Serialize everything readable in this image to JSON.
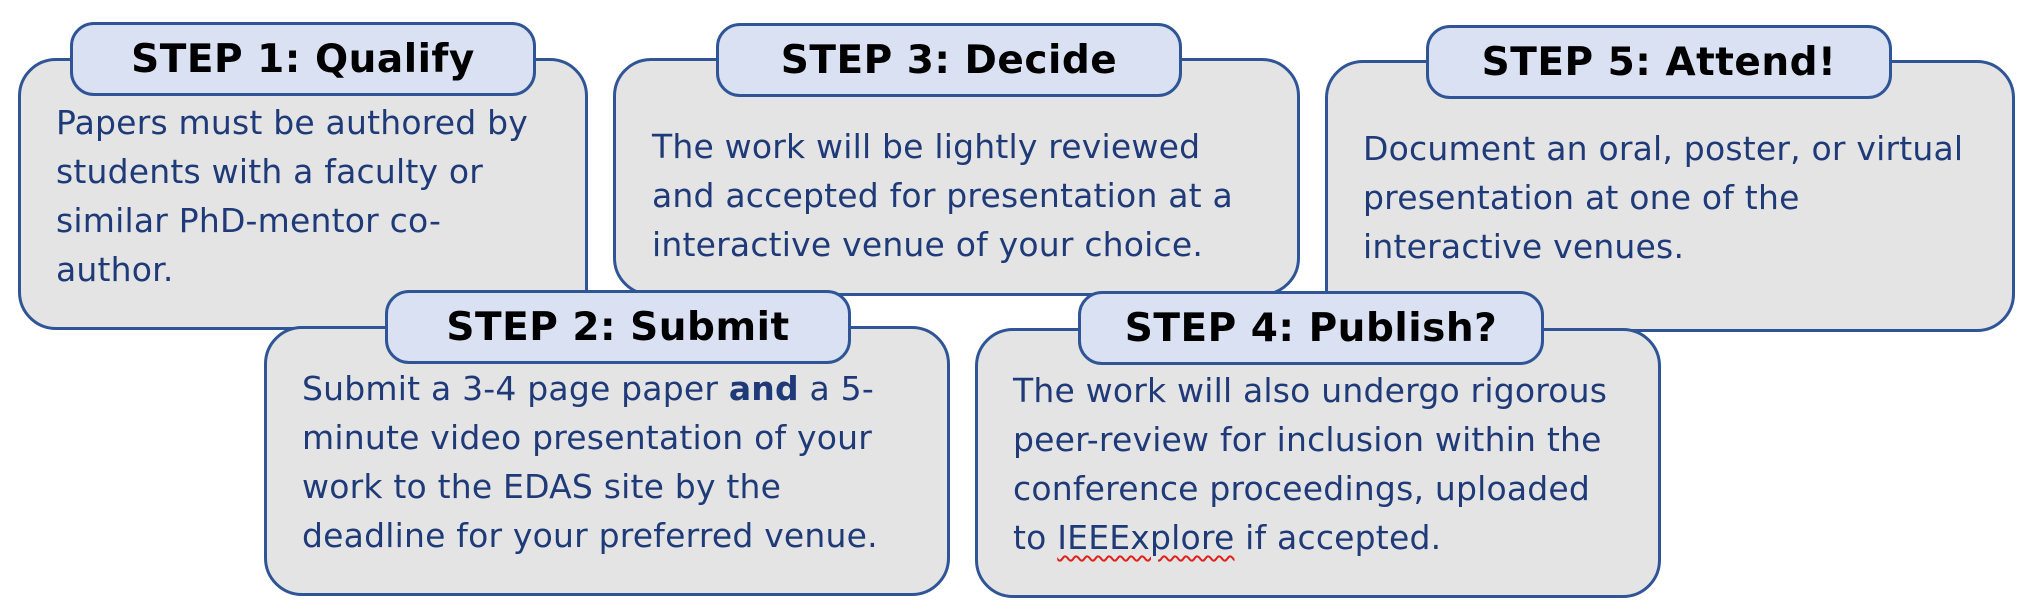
{
  "steps": {
    "step1": {
      "title": "STEP 1: Qualify",
      "lines": [
        "Papers must be authored by",
        "students with a faculty or",
        "similar PhD-mentor co-",
        "author."
      ]
    },
    "step2": {
      "title": "STEP 2: Submit",
      "line1_pre": "Submit a 3-4 page paper ",
      "line1_bold": "and",
      "line1_post": " a 5-",
      "lines": [
        "minute video presentation of your",
        "work to the EDAS site by the",
        "deadline for your preferred venue."
      ]
    },
    "step3": {
      "title": "STEP 3: Decide",
      "lines": [
        "The work will be lightly reviewed",
        "and accepted for presentation at a",
        "interactive venue of your choice."
      ]
    },
    "step4": {
      "title": "STEP 4: Publish?",
      "lines": [
        "The work will also undergo rigorous",
        "peer-review for inclusion within the",
        "conference proceedings, uploaded"
      ],
      "line4_pre": "to ",
      "line4_link": "IEEExplore",
      "line4_post": " if accepted."
    },
    "step5": {
      "title": "STEP 5: Attend!",
      "lines": [
        "Document an oral, poster, or virtual",
        "presentation at one of the",
        "interactive venues."
      ]
    }
  },
  "colors": {
    "card_fill": "#e4e4e4",
    "tab_fill": "#d9e1f2",
    "border": "#2f5597",
    "body_text": "#1f3a78",
    "title_text": "#000000"
  }
}
